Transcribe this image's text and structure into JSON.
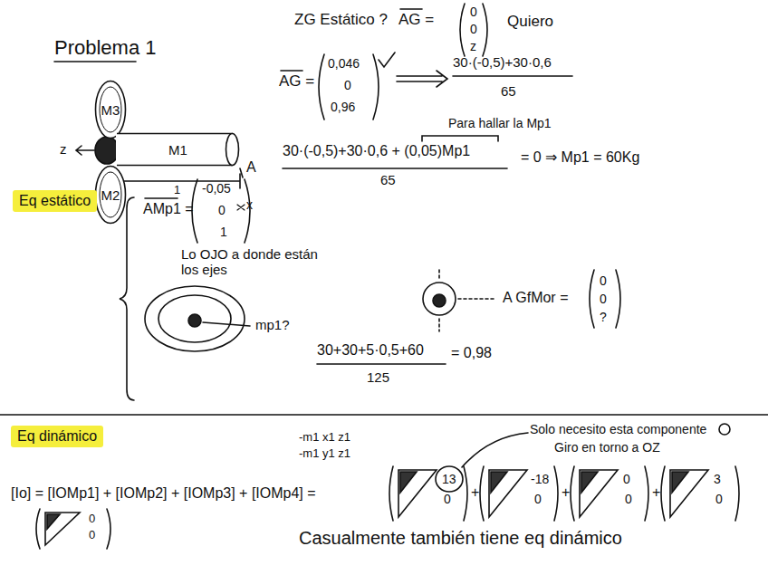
{
  "diagram": {
    "title": "Problema 1",
    "nodes": [
      {
        "text": [
          "M3"
        ]
      },
      {
        "text": [
          "M1"
        ]
      },
      {
        "text": [
          "M2"
        ]
      },
      {
        "text": [
          "Eq estático"
        ]
      },
      {
        "text": [
          "Eq dinámico"
        ]
      }
    ],
    "labels": [
      "ZG Estático ?",
      "AG =",
      "0",
      "0",
      "z",
      "Quiero",
      "z",
      "A",
      "1",
      "x",
      "AG =",
      "0,046",
      "0",
      "0,96",
      "30·(-0,5)+30·0,6",
      "65",
      "Para hallar la Mp1",
      "30·(-0,5)+30·0,6 + (0,05)Mp1",
      "65",
      "= 0 ⇒ Mp1 = 60Kg",
      "AMp1 =",
      "-0,05",
      "0",
      "1",
      "Lo OJO a donde están los ejes",
      "mp1?",
      "A GfMor =",
      "0",
      "0",
      "?",
      "30+30+5·0,5+60",
      "125",
      "= 0,98",
      "-m1 x1 z1",
      "-m1 y1 z1",
      "Solo necesito esta componente",
      "Giro en torno a OZ",
      "[Io] = [IOMp1] + [IOMp2] + [IOMp3] + [IOMp4] =",
      "13",
      "0",
      "+",
      "-18",
      "0",
      "+",
      "0",
      "0",
      "+",
      "3",
      "0",
      "0",
      "0",
      "Casualmente también tiene eq dinámico"
    ]
  }
}
